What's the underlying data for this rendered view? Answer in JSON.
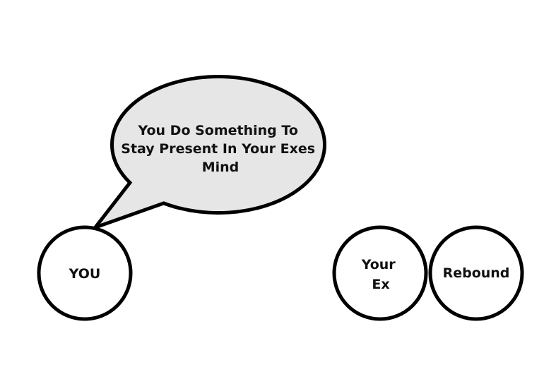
{
  "colors": {
    "background": "#ffffff",
    "stroke": "#000000",
    "bubble_fill": "#e6e6e6",
    "node_fill": "#ffffff",
    "text": "#111111"
  },
  "speech_bubble": {
    "lines": [
      "You Do Something To",
      "Stay Present In Your Exes",
      "Mind"
    ]
  },
  "nodes": {
    "you": {
      "lines": [
        "YOU"
      ]
    },
    "your_ex": {
      "lines": [
        "Your",
        "Ex"
      ]
    },
    "rebound": {
      "lines": [
        "Rebound"
      ]
    }
  }
}
